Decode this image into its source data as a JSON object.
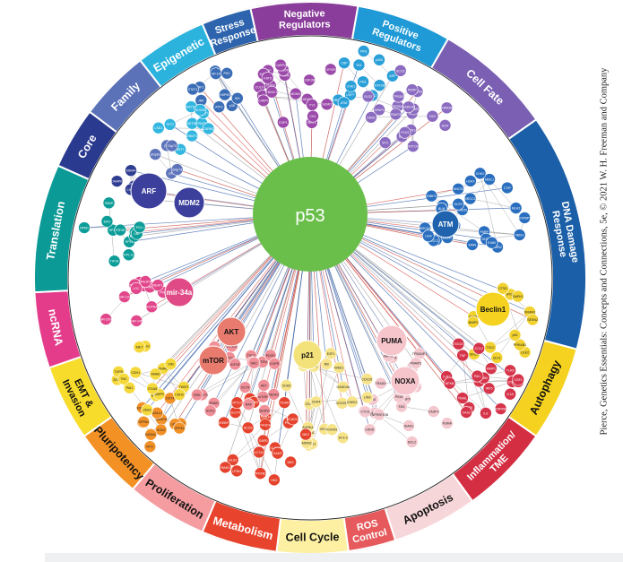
{
  "center": {
    "label": "p53",
    "color": "#6abf4b"
  },
  "credit": "Pierce, Genetics Essentials: Concepts and Connections, 5e, © 2021 W. H. Freeman and Company",
  "segments": [
    {
      "label": "Negative\nRegulators",
      "color": "#8a3d9a"
    },
    {
      "label": "Positive\nRegulators",
      "color": "#1f9ad6"
    },
    {
      "label": "Cell Fate",
      "color": "#7a5fb3"
    },
    {
      "label": "DNA Damage\nResponse",
      "color": "#1b5fa8"
    },
    {
      "label": "Autophagy",
      "color": "#f4d21f"
    },
    {
      "label": "Inflammation/\nTME",
      "color": "#d42e43"
    },
    {
      "label": "Apoptosis",
      "color": "#f7d6d9"
    },
    {
      "label": "ROS\nControl",
      "color": "#e65a5d"
    },
    {
      "label": "Cell Cycle",
      "color": "#fdf0a2"
    },
    {
      "label": "Metabolism",
      "color": "#e8432d"
    },
    {
      "label": "Proliferation",
      "color": "#f49ca0"
    },
    {
      "label": "Pluripotency",
      "color": "#f39124"
    },
    {
      "label": "EMT &\nInvasion",
      "color": "#f7dc2c"
    },
    {
      "label": "ncRNA",
      "color": "#e43c8b"
    },
    {
      "label": "Translation",
      "color": "#0b9a96"
    },
    {
      "label": "Core",
      "color": "#2a3a8f"
    },
    {
      "label": "Family",
      "color": "#5b72b8"
    },
    {
      "label": "Epigenetic",
      "color": "#2bb3de"
    },
    {
      "label": "Stress\nResponse",
      "color": "#2d64ad"
    }
  ],
  "hubs": [
    {
      "label": "ARF",
      "color": "#3c3f9c"
    },
    {
      "label": "MDM2",
      "color": "#3c3f9c"
    },
    {
      "label": "ATM",
      "color": "#1f62ad"
    },
    {
      "label": "mir-34a",
      "color": "#e04a86"
    },
    {
      "label": "AKT",
      "color": "#e87a6e"
    },
    {
      "label": "mTOR",
      "color": "#e87a6e"
    },
    {
      "label": "p21",
      "color": "#f3e17a"
    },
    {
      "label": "PUMA",
      "color": "#f6c5cc"
    },
    {
      "label": "NOXA",
      "color": "#f6c5cc"
    },
    {
      "label": "Beclin1",
      "color": "#f4d21f"
    }
  ],
  "clusters": [
    {
      "name": "negative",
      "color": "#9c4aaa",
      "labels": [
        "CUL9",
        "MDM2",
        "PIAS1",
        "SUMO",
        "ARF",
        "COP1",
        "PIRH2",
        "CHFR",
        "HAUSP",
        "E4F1",
        "MDMX",
        "TOPORS",
        "YY1",
        "GSK3B",
        "CARP1",
        "CARP2",
        "SIRT1",
        "HDAC1",
        "KAT5",
        "CK1"
      ]
    },
    {
      "name": "positive",
      "color": "#2a9fd8",
      "labels": [
        "HIPK2",
        "PIN1",
        "ARF",
        "p300",
        "CBP",
        "KAT2B",
        "USP7",
        "BRCA1",
        "YB1",
        "PML",
        "ATM",
        "CHK1"
      ]
    },
    {
      "name": "fate",
      "color": "#8b6cc0",
      "labels": [
        "NOTCH",
        "PAK",
        "TIGAR",
        "GLS2",
        "SESN1",
        "SESN2",
        "BAX",
        "FAS",
        "CDKN1A",
        "PERP",
        "GADD45",
        "TP53I3",
        "ZMAT3",
        "APAF1",
        "RRM2B",
        "DDB2",
        "XPC",
        "SCO2",
        "PLK3",
        "EI24"
      ]
    },
    {
      "name": "dna",
      "color": "#2a6fbf",
      "labels": [
        "RPA",
        "MDC1",
        "NBS1",
        "53BP1",
        "ATR",
        "CHK2",
        "BRCA2",
        "XRCC1",
        "MSH2",
        "MLH1",
        "PMS2",
        "PARP",
        "POLK",
        "TOPBP1",
        "RAD51",
        "RAD17",
        "FANCD2",
        "H2AX",
        "CTIP",
        "ERCC1",
        "DDB1",
        "LIG4",
        "KU70",
        "KU80",
        "WRN",
        "BLM"
      ]
    },
    {
      "name": "autophagy",
      "color": "#f2d230",
      "labels": [
        "DRAM1",
        "ATG7",
        "ULK1",
        "ULK2",
        "SESN2",
        "TSC2",
        "AMPK",
        "PRKAB1",
        "DAPK1",
        "BNIP3",
        "LC3",
        "p62",
        "ISG20",
        "CTSD"
      ]
    },
    {
      "name": "inflammation",
      "color": "#d5344a",
      "labels": [
        "TLR3",
        "IL6",
        "TNF",
        "CXCL1",
        "NFKB",
        "STAT3",
        "IRF5",
        "IRF9",
        "ISG15",
        "MMP1",
        "COX2",
        "CSF1",
        "CCL2",
        "IFNB",
        "OAS1",
        "IL1A",
        "TRAIL",
        "TLR9",
        "SERPINB5",
        "PAI1"
      ]
    },
    {
      "name": "apoptosis",
      "color": "#f3c7cd",
      "labels": [
        "BAX",
        "BAK",
        "BID",
        "BCL2",
        "BCLXL",
        "MCL1",
        "APAF1",
        "CASP3",
        "CASP9",
        "CYCS",
        "FAS",
        "DR5",
        "PIDD",
        "PERP",
        "NOXA",
        "PUMA",
        "TP53AIP1",
        "SIAH1",
        "LRDD",
        "DAPK2",
        "TNFRSF10B",
        "BBC3",
        "PMAIP1",
        "TRADD"
      ]
    },
    {
      "name": "cellcycle",
      "color": "#f7e48a",
      "labels": [
        "CDK2",
        "CDK4",
        "CDK6",
        "CCNE",
        "CCNA",
        "CCNB",
        "CDC25A",
        "CDC25C",
        "RB",
        "E2F1",
        "GADD45",
        "14-3-3",
        "PLK1",
        "AURKA",
        "BTG2",
        "CDC20",
        "CHEK1",
        "MDM2",
        "LIN9",
        "FOXM1",
        "SFN",
        "WEE1"
      ]
    },
    {
      "name": "metabolism",
      "color": "#e5432d",
      "labels": [
        "TIGAR",
        "GLS2",
        "SCO2",
        "PGM",
        "PFKFB3",
        "GLUT1",
        "GLUT4",
        "HK2",
        "PDK2",
        "LPIN1",
        "SREBP1",
        "ACAD11",
        "PANK1",
        "MDM2",
        "G6PD",
        "ME1",
        "ME2",
        "SLC7A11",
        "ALDH4",
        "CPT1C",
        "GAMT",
        "PHGDH"
      ]
    },
    {
      "name": "proliferation",
      "color": "#f08f97",
      "labels": [
        "PTEN",
        "IGFBP3",
        "TSC2",
        "SESN1",
        "REDD1",
        "AKT",
        "mTOR",
        "PI3K",
        "RAS",
        "RAF",
        "ERK",
        "MEK",
        "MYC",
        "CCND1",
        "PDGF",
        "EGFR",
        "SRC",
        "IGF1R",
        "ENAH",
        "SOX2",
        "NANOG",
        "OCT4"
      ]
    },
    {
      "name": "pluripotency",
      "color": "#f29127",
      "labels": [
        "NANOG",
        "OCT4",
        "SOX2",
        "KLF4",
        "LIN28",
        "MYC",
        "SALL4",
        "NODAL",
        "ESRRB",
        "TCL1",
        "ZFP42",
        "DPPA4"
      ]
    },
    {
      "name": "emt",
      "color": "#f5d83a",
      "labels": [
        "ZEB1",
        "ZEB2",
        "SNAIL",
        "SLUG",
        "TWIST",
        "MET",
        "VIM",
        "CDH1",
        "CDH2",
        "MMP2",
        "MMP9",
        "TGFB",
        "SMAD",
        "PAI1",
        "ITGA5",
        "TNC"
      ]
    },
    {
      "name": "ncrna",
      "color": "#e2478c",
      "labels": [
        "miR-34a",
        "miR-34b",
        "miR-145",
        "miR-200c",
        "miR-192",
        "miR-215",
        "lincRNA",
        "PANDA",
        "MALAT1",
        "PINT",
        "NEAT1",
        "LOC"
      ]
    },
    {
      "name": "translation",
      "color": "#0c9d98",
      "labels": [
        "RPL5",
        "RPL11",
        "RPL23",
        "RPS7",
        "EIF4E",
        "EIF2",
        "MDM2",
        "PABP",
        "NPM1",
        "TIF1A",
        "UBF",
        "POLI"
      ]
    },
    {
      "name": "stress",
      "color": "#3a6db6",
      "labels": [
        "HSP70",
        "HSP90",
        "HIF1A",
        "ATF3",
        "NRF2",
        "STAT1",
        "JNK",
        "p38",
        "IKK",
        "PKC"
      ]
    },
    {
      "name": "epigenetic",
      "color": "#33b6e0",
      "labels": [
        "SET7",
        "SMYD2",
        "SETD8",
        "LSD1",
        "PRMT5",
        "CARM1",
        "EHMT1",
        "DNMT1",
        "TET1",
        "SUV39"
      ]
    },
    {
      "name": "family",
      "color": "#5e74bb",
      "labels": [
        "p63",
        "p73",
        "ΔNp63",
        "TAp73",
        "ΔNp73"
      ]
    },
    {
      "name": "core",
      "color": "#2e3c91",
      "labels": [
        "MDM4",
        "USP7",
        "CK2",
        "ATM",
        "CHK2",
        "DNAPK"
      ]
    }
  ]
}
